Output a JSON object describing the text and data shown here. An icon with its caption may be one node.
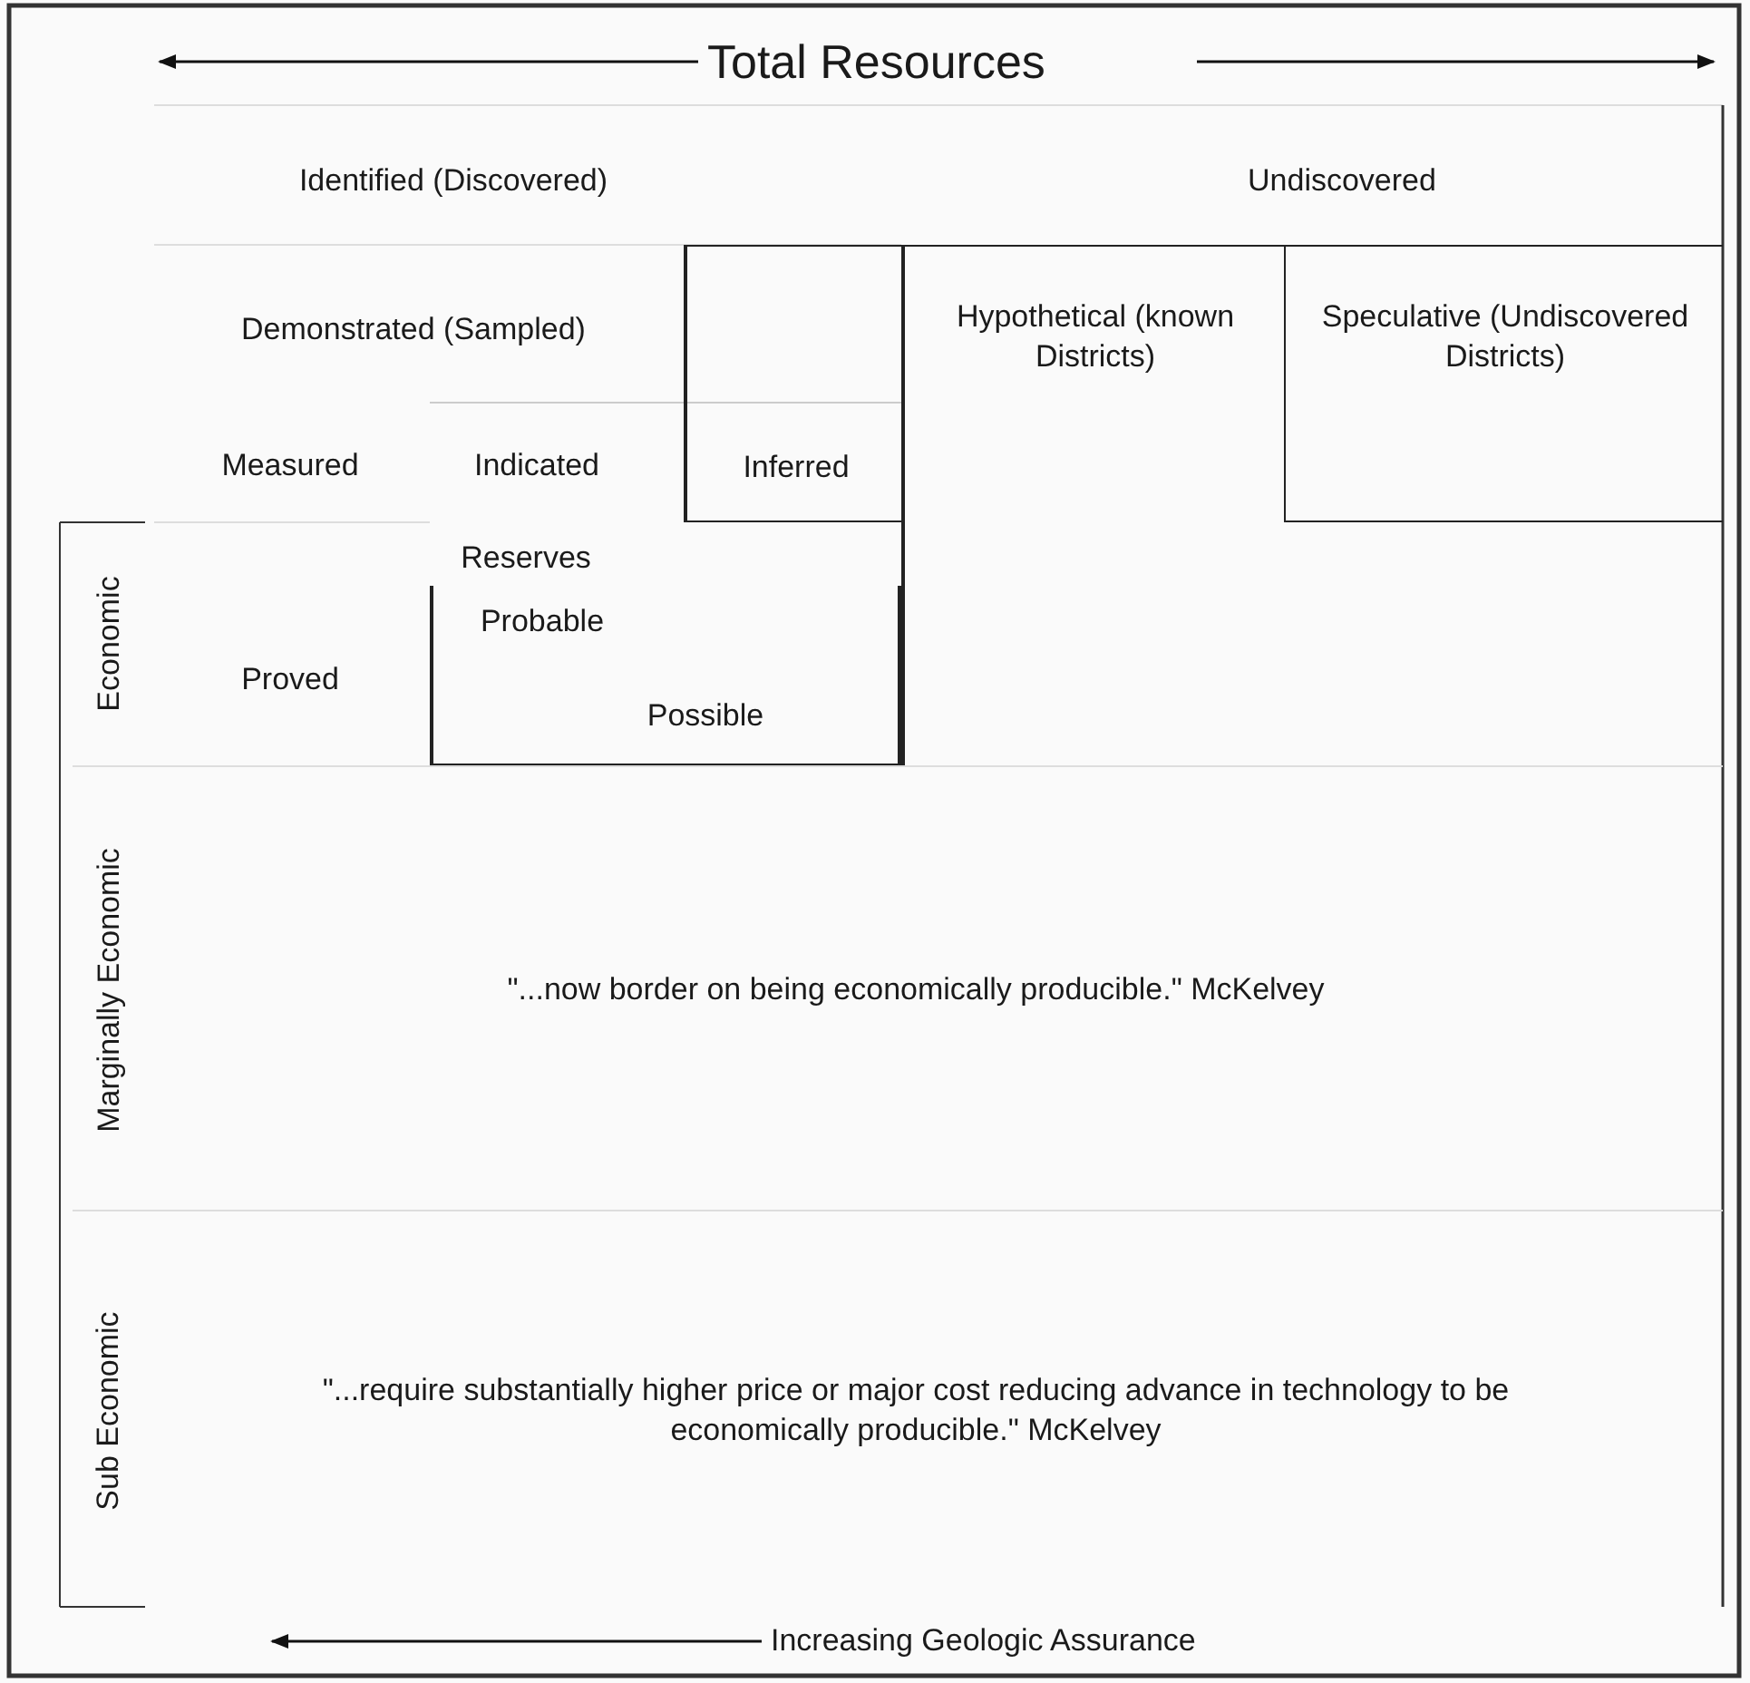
{
  "diagram": {
    "title": "Total Resources",
    "nodes": [
      {
        "text": [
          "Inferred"
        ]
      },
      {
        "text": [
          "Hypothetical (known Districts)"
        ]
      },
      {
        "text": [
          "Speculative (Undiscovered Districts)"
        ]
      },
      {
        "text": [
          "Probable",
          "Possible"
        ]
      },
      {
        "text": [
          "Marginally Economic",
          "\"...now border on being economically producible.\" McKelvey"
        ]
      },
      {
        "text": [
          "Sub Economic",
          "\"...require substantially higher price or major cost reducing advance in technology to be economically producible.\" McKelvey"
        ]
      }
    ],
    "labels": [
      "Identified (Discovered)",
      "Undiscovered",
      "Demonstrated (Sampled)",
      "Measured",
      "Indicated",
      "Reserves",
      "Economic",
      "Proved",
      "Increasing Geologic Assurance"
    ]
  }
}
